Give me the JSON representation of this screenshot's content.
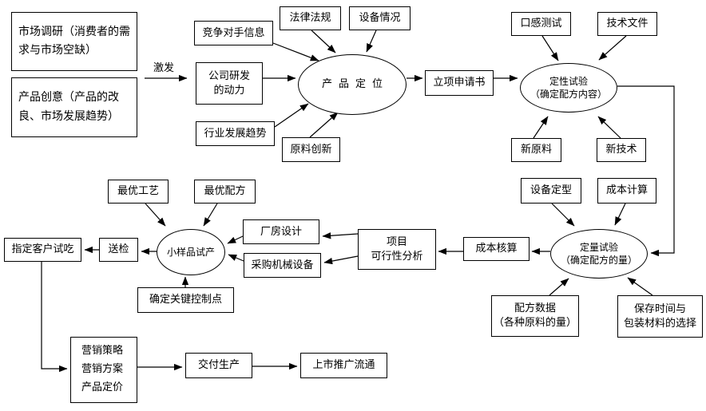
{
  "diagram": {
    "title_hint": "product development flowchart",
    "background_color": "#ffffff",
    "line_color": "#000000",
    "arrow_label": "激发",
    "nodes": {
      "market_research": {
        "label": "市场调研（消费者的需求与市场空缺）",
        "shape": "rect"
      },
      "product_idea": {
        "label": "产品创意（产品的改良、市场发展趋势）",
        "shape": "rect"
      },
      "competitor_info": {
        "label": "竞争对手信息",
        "shape": "rect"
      },
      "rd_motivation": {
        "label": "公司研发\n的动力",
        "shape": "rect"
      },
      "industry_trend": {
        "label": "行业发展趋势",
        "shape": "rect"
      },
      "law_regulation": {
        "label": "法律法规",
        "shape": "rect"
      },
      "equipment_status": {
        "label": "设备情况",
        "shape": "rect"
      },
      "raw_material_innovation": {
        "label": "原料创新",
        "shape": "rect"
      },
      "product_positioning": {
        "label": "产品定位",
        "shape": "ellipse"
      },
      "project_application": {
        "label": "立项申请书",
        "shape": "rect"
      },
      "taste_test": {
        "label": "口感测试",
        "shape": "rect"
      },
      "tech_document": {
        "label": "技术文件",
        "shape": "rect"
      },
      "qualitative_test": {
        "label": "定性试验\n（确定配方内容）",
        "shape": "ellipse"
      },
      "new_raw_material": {
        "label": "新原料",
        "shape": "rect"
      },
      "new_technology": {
        "label": "新技术",
        "shape": "rect"
      },
      "equipment_finalize": {
        "label": "设备定型",
        "shape": "rect"
      },
      "cost_calculation": {
        "label": "成本计算",
        "shape": "rect"
      },
      "quantitative_test": {
        "label": "定量试验\n（确定配方的量）",
        "shape": "ellipse"
      },
      "formula_data": {
        "label": "配方数据\n（各种原料的量）",
        "shape": "rect"
      },
      "storage_packaging": {
        "label": "保存时间与\n包装材料的选择",
        "shape": "rect"
      },
      "cost_accounting": {
        "label": "成本核算",
        "shape": "rect"
      },
      "feasibility_analysis": {
        "label": "项目\n可行性分析",
        "shape": "rect"
      },
      "plant_design": {
        "label": "厂房设计",
        "shape": "rect"
      },
      "purchase_machinery": {
        "label": "采购机械设备",
        "shape": "rect"
      },
      "optimal_process": {
        "label": "最优工艺",
        "shape": "rect"
      },
      "optimal_formula": {
        "label": "最优配方",
        "shape": "rect"
      },
      "sample_trial": {
        "label": "小样品试产",
        "shape": "ellipse"
      },
      "inspection": {
        "label": "送检",
        "shape": "rect"
      },
      "customer_tasting": {
        "label": "指定客户试吃",
        "shape": "rect"
      },
      "key_control_point": {
        "label": "确定关键控制点",
        "shape": "rect"
      },
      "marketing": {
        "label": "营销策略\n营销方案\n产品定价",
        "shape": "rect"
      },
      "delivery_production": {
        "label": "交付生产",
        "shape": "rect"
      },
      "market_promotion": {
        "label": "上市推广流通",
        "shape": "rect"
      }
    }
  }
}
